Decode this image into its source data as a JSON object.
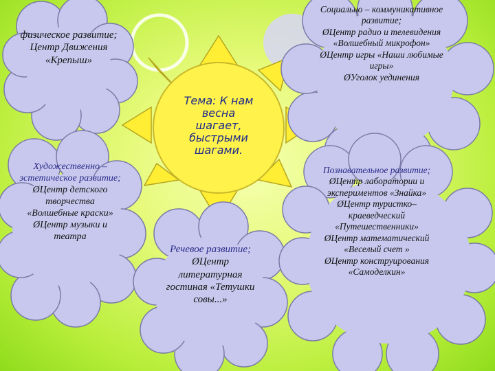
{
  "center": {
    "theme": "Тема: К нам весна шагает, быстрыми шагами."
  },
  "physical": {
    "heading": "физическое развитие;",
    "items": [
      "Центр Движения «Крепыш»"
    ]
  },
  "art": {
    "heading": "Художественно – эстетическое развитие;",
    "items": [
      "Центр детского творчества «Волшебные краски»",
      "Центр музыки и театра"
    ]
  },
  "speech": {
    "heading": "Речевое развитие;",
    "items": [
      "Центр литературная гостиная «Тетушки совы...»"
    ]
  },
  "social": {
    "heading": "Социально – коммуникативное развитие;",
    "items": [
      "Центр радио и телевидения «Волшебный микрофон»",
      "Центр игры «Наши любимые игры»",
      "Уголок уединения"
    ]
  },
  "cognitive": {
    "heading": "Познавательное развитие;",
    "items": [
      "Центр лаборатории и экспериментов «Знайка»",
      "Центр туристко– краеведческий «Путешественники»",
      "Центр математический «Веселый счет »",
      "Центр конструирования «Самоделкин»"
    ]
  },
  "colors": {
    "cloud": "#c8c8ee",
    "sun": "#fff24a",
    "sun_rays": "#ffee33",
    "heading": "#2a2a88"
  }
}
